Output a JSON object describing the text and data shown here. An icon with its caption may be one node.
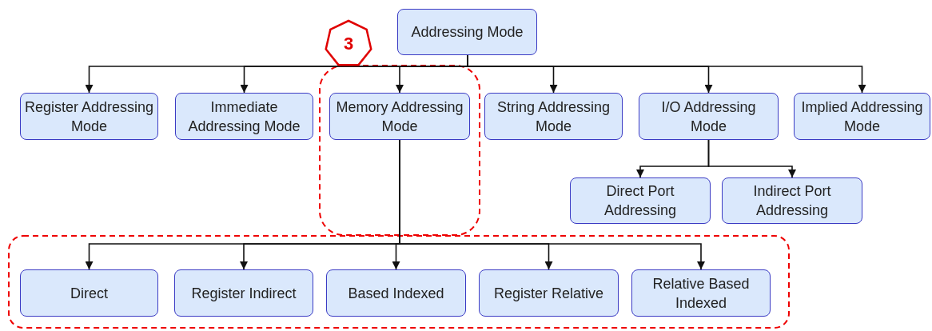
{
  "diagram": {
    "nodes": [
      {
        "text": [
          "Addressing Mode"
        ]
      },
      {
        "text": [
          "Register Addressing Mode"
        ]
      },
      {
        "text": [
          "Immediate Addressing Mode"
        ]
      },
      {
        "text": [
          "Memory Addressing Mode"
        ]
      },
      {
        "text": [
          "String Addressing Mode"
        ]
      },
      {
        "text": [
          "I/O Addressing Mode"
        ]
      },
      {
        "text": [
          "Implied Addressing Mode"
        ]
      },
      {
        "text": [
          "Direct Port Addressing"
        ]
      },
      {
        "text": [
          "Indirect Port Addressing"
        ]
      },
      {
        "text": [
          "Direct"
        ]
      },
      {
        "text": [
          "Register Indirect"
        ]
      },
      {
        "text": [
          "Based Indexed"
        ]
      },
      {
        "text": [
          "Register Relative"
        ]
      },
      {
        "text": [
          "Relative Based Indexed"
        ]
      },
      {
        "text": [
          "3"
        ]
      }
    ],
    "edges": [
      {
        "from": 0,
        "to": 1,
        "arrow": "to"
      },
      {
        "from": 0,
        "to": 2,
        "arrow": "to"
      },
      {
        "from": 0,
        "to": 3,
        "arrow": "to"
      },
      {
        "from": 0,
        "to": 4,
        "arrow": "to"
      },
      {
        "from": 0,
        "to": 5,
        "arrow": "to"
      },
      {
        "from": 0,
        "to": 6,
        "arrow": "to"
      },
      {
        "from": 5,
        "to": 7,
        "arrow": "to"
      },
      {
        "from": 5,
        "to": 8,
        "arrow": "to"
      },
      {
        "from": 3,
        "to": 9,
        "arrow": "to"
      },
      {
        "from": 3,
        "to": 10,
        "arrow": "to"
      },
      {
        "from": 3,
        "to": 11,
        "arrow": "to"
      },
      {
        "from": 3,
        "to": 12,
        "arrow": "to"
      },
      {
        "from": 3,
        "to": 13,
        "arrow": "to"
      }
    ]
  }
}
